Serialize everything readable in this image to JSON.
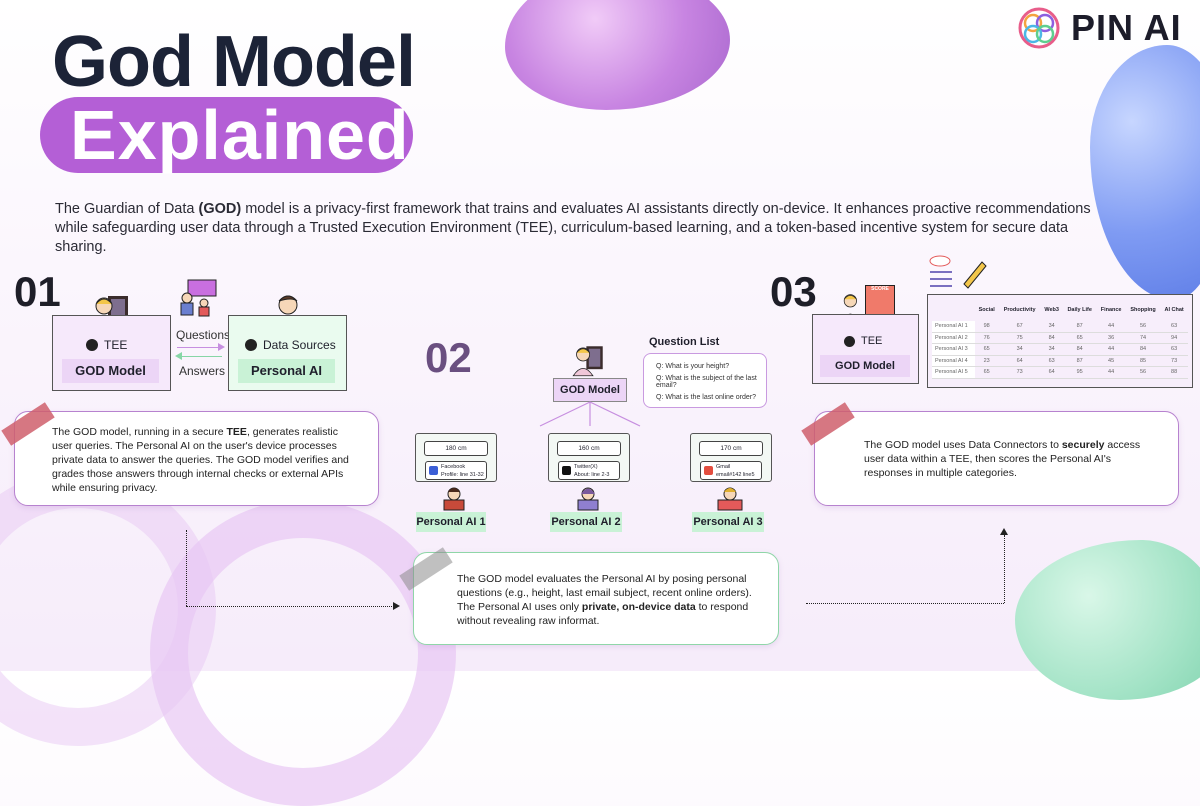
{
  "brand": {
    "name": "PIN AI"
  },
  "title": {
    "line1": "God Model",
    "line2": "Explained"
  },
  "intro": {
    "part1": "The Guardian of Data ",
    "bold": "(GOD)",
    "part2": " model is a privacy-first framework that trains and evaluates AI assistants directly on-device. It enhances proactive recommendations while safeguarding user data through a Trusted Execution Environment (TEE), curriculum-based learning, and a token-based incentive system for secure data sharing."
  },
  "step1": {
    "number": "01",
    "tee_label": "TEE",
    "god_model_label": "GOD Model",
    "questions_label": "Questions",
    "answers_label": "Answers",
    "data_sources_label": "Data Sources",
    "personal_ai_label": "Personal AI",
    "card": {
      "t1": "The GOD model, running in a secure ",
      "b1": "TEE",
      "t2": ", generates realistic user queries. The Personal AI on the user's device processes private data to answer the queries. The GOD model verifies and grades those answers through internal checks or external APIs while ensuring privacy."
    }
  },
  "step2": {
    "number": "02",
    "god_model_label": "GOD Model",
    "question_list_title": "Question List",
    "questions": [
      "Q: What is your height?",
      "Q: What is the subject of the last email?",
      "Q: What is the last online order?"
    ],
    "personal_ais": [
      {
        "answer": "180 cm",
        "source": "Facebook",
        "detail": "Profile: line 31-32",
        "label": "Personal AI 1"
      },
      {
        "answer": "160 cm",
        "source": "Twitter(X)",
        "detail": "About: line 2-3",
        "label": "Personal AI 2"
      },
      {
        "answer": "170 cm",
        "source": "Gmail",
        "detail": "email#142 line5",
        "label": "Personal AI 3"
      }
    ],
    "card": {
      "t1": "The GOD model evaluates the Personal AI by posing personal questions (e.g., height, last email subject, recent online orders). The Personal AI uses only ",
      "b1": "private, on-device data",
      "t2": " to respond without revealing raw informat."
    }
  },
  "step3": {
    "number": "03",
    "tee_label": "TEE",
    "god_model_label": "GOD Model",
    "score_badge": "SCORE",
    "table": {
      "headers": [
        "",
        "Social",
        "Productivity",
        "Web3",
        "Daily Life",
        "Finance",
        "Shopping",
        "AI Chat"
      ],
      "rows": [
        [
          "Personal AI 1",
          "98",
          "67",
          "34",
          "87",
          "44",
          "56",
          "63"
        ],
        [
          "Personal AI 2",
          "76",
          "75",
          "84",
          "65",
          "36",
          "74",
          "94"
        ],
        [
          "Personal AI 3",
          "65",
          "34",
          "34",
          "84",
          "44",
          "84",
          "63"
        ],
        [
          "Personal AI 4",
          "23",
          "64",
          "63",
          "87",
          "45",
          "85",
          "73"
        ],
        [
          "Personal AI 5",
          "65",
          "73",
          "64",
          "95",
          "44",
          "56",
          "88"
        ]
      ]
    },
    "card": {
      "t1": "The GOD model uses Data Connectors to ",
      "b1": "securely",
      "t2": " access user data within a TEE, then scores the Personal AI's responses in multiple categories."
    }
  },
  "colors": {
    "accent_purple": "#b45fd6",
    "green": "#c9f2d6",
    "dark_title": "#1c2337"
  }
}
